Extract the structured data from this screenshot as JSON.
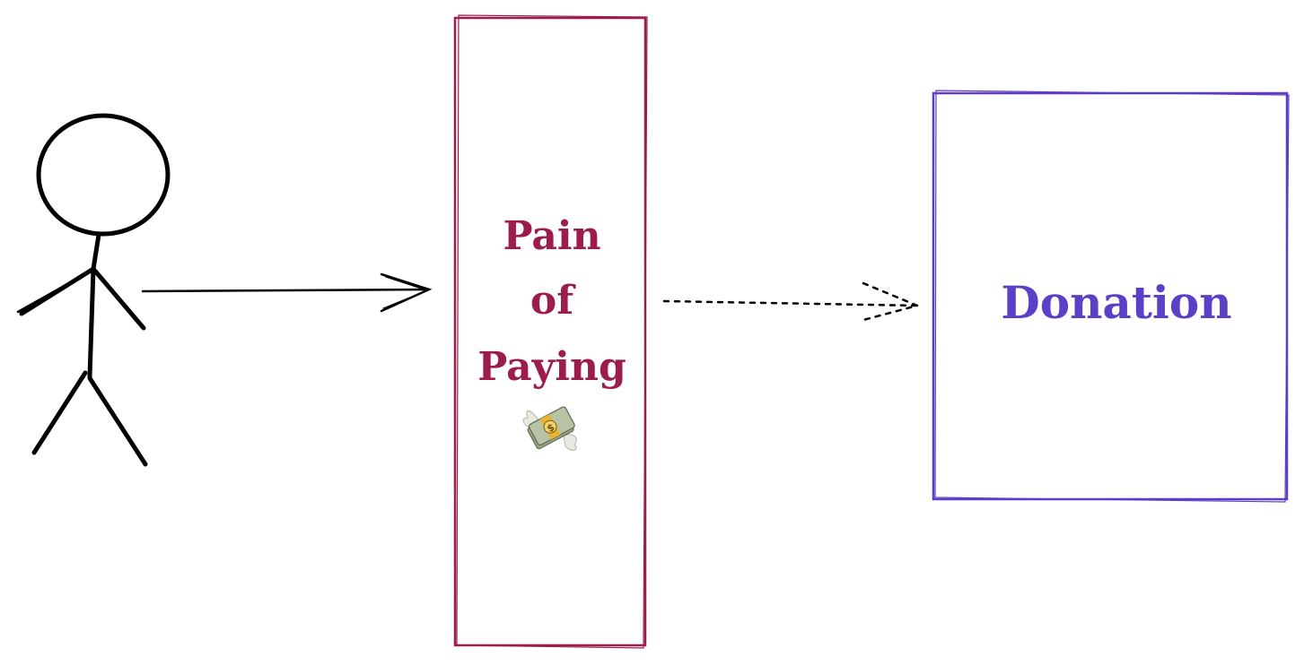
{
  "diagram": {
    "barrier": {
      "lines": [
        "Pain",
        "of",
        "Paying"
      ],
      "icon": "money-with-wings-icon",
      "color": "#9b1c4d"
    },
    "target": {
      "label": "Donation",
      "color": "#5b3fc6"
    },
    "person": {
      "icon": "stick-figure-icon",
      "color": "#000000"
    },
    "edges": [
      {
        "from": "person",
        "to": "barrier",
        "style": "solid"
      },
      {
        "from": "barrier",
        "to": "target",
        "style": "dotted"
      }
    ]
  }
}
